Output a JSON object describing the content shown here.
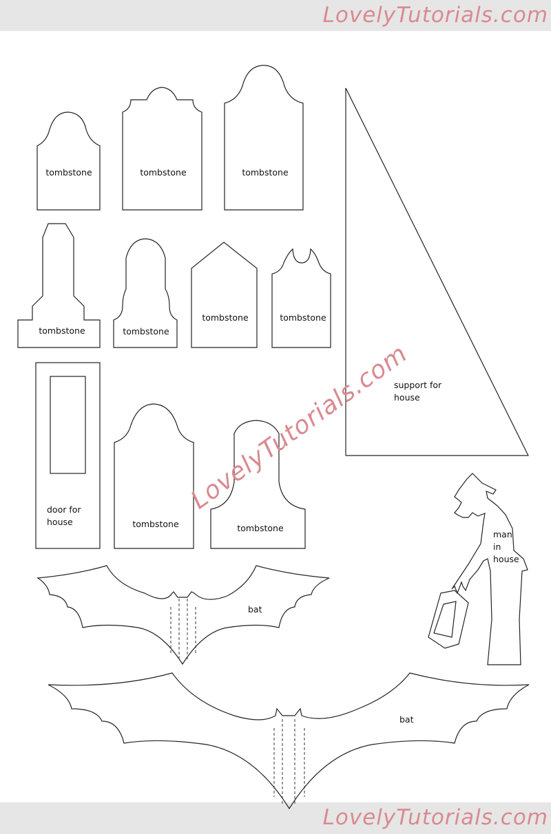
{
  "watermark": {
    "text": "LovelyTutorials.com",
    "color": "#d98a90"
  },
  "pieces": {
    "tombstone_label": "tombstone",
    "support": {
      "line1": "support for",
      "line2": "house"
    },
    "door": {
      "line1": "door for",
      "line2": "house"
    },
    "man": {
      "line1": "man",
      "line2": "in",
      "line3": "house"
    },
    "bat_label": "bat"
  }
}
